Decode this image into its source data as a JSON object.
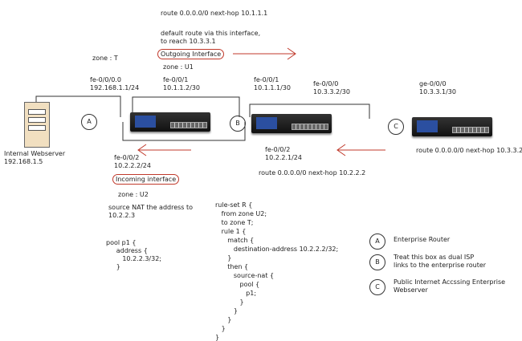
{
  "top": {
    "route": "route 0.0.0.0/0 next-hop 10.1.1.1",
    "note": "default route via this interface,\nto reach 10.3.3.1",
    "outgoing": "Outgoing Interface",
    "zone_u1": "zone : U1"
  },
  "zone_t": "zone : T",
  "iface_a_lan": "fe-0/0/0.0\n192.168.1.1/24",
  "iface_a_up": "fe-0/0/1\n10.1.1.2/30",
  "iface_b_down": "fe-0/0/1\n10.1.1.1/30",
  "iface_b_up": "fe-0/0/0\n10.3.3.2/30",
  "iface_c": "ge-0/0/0\n10.3.3.1/30",
  "server": "Internal Webserver\n192.168.1.5",
  "circles": {
    "a": "A",
    "b": "B",
    "c": "C"
  },
  "route_c": "route 0.0.0.0/0 next-hop 10.3.3.2",
  "iface_b_lo": "fe-0/0/2\n10.2.2.1/24",
  "route_b": "route 0.0.0.0/0 next-hop 10.2.2.2",
  "iface_a_lo": "fe-0/0/2\n10.2.2.2/24",
  "incoming": "Incoming interface",
  "zone_u2": "zone : U2",
  "snat": "source NAT the address to\n10.2.2.3",
  "pool": "pool p1 {\n     address {\n        10.2.2.3/32;\n     }",
  "ruleset": "rule-set R {\n   from zone U2;\n   to zone T;\n   rule 1 {\n      match {\n         destination-address 10.2.2.2/32;\n      }\n      then {\n         source-nat {\n            pool {\n               p1;\n            }\n         }\n      }\n   }\n}",
  "legend": [
    {
      "k": "A",
      "v": "Enterprise Router"
    },
    {
      "k": "B",
      "v": "Treat this box as dual ISP\nlinks to the enterprise router"
    },
    {
      "k": "C",
      "v": "Public Internet Accssing Enterprise\nWebserver"
    }
  ]
}
